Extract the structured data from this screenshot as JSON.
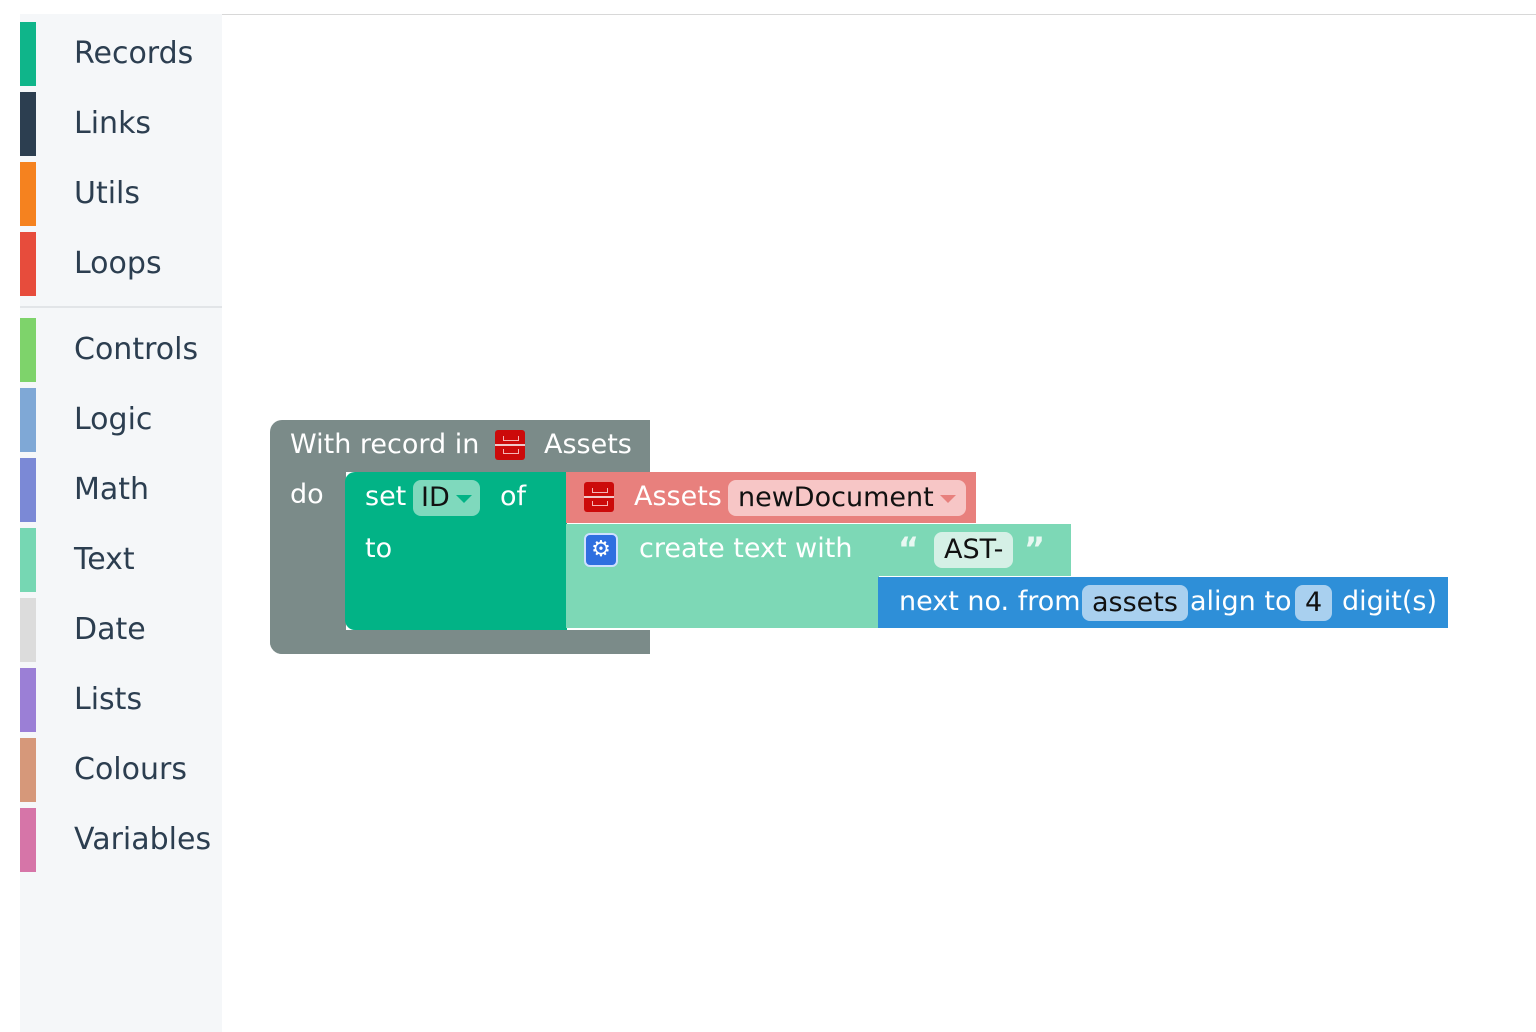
{
  "sidebar": {
    "categories": [
      {
        "label": "Records",
        "color": "#0fb58a"
      },
      {
        "label": "Links",
        "color": "#2c3e50"
      },
      {
        "label": "Utils",
        "color": "#f5821f"
      },
      {
        "label": "Loops",
        "color": "#e74c3c"
      },
      {
        "label": "Controls",
        "color": "#7ed36b"
      },
      {
        "label": "Logic",
        "color": "#7fa8d6"
      },
      {
        "label": "Math",
        "color": "#7b89d6"
      },
      {
        "label": "Text",
        "color": "#76d7b3"
      },
      {
        "label": "Date",
        "color": "#dcdcdc"
      },
      {
        "label": "Lists",
        "color": "#9b7fd6"
      },
      {
        "label": "Colours",
        "color": "#d6987a"
      },
      {
        "label": "Variables",
        "color": "#d675a8"
      }
    ]
  },
  "blocks": {
    "with_record": {
      "label": "With record in",
      "table": "Assets",
      "do": "do"
    },
    "set": {
      "set": "set",
      "field": "ID",
      "of": "of",
      "to": "to"
    },
    "record_ref": {
      "table": "Assets",
      "variable": "newDocument"
    },
    "create_text": {
      "label": "create text with"
    },
    "text_literal": {
      "open_quote": "“",
      "value": "AST-",
      "close_quote": "”"
    },
    "next_no": {
      "label": "next no. from",
      "sequence": "assets",
      "align": "align to",
      "digits": "4",
      "suffix": "digit(s)"
    }
  }
}
